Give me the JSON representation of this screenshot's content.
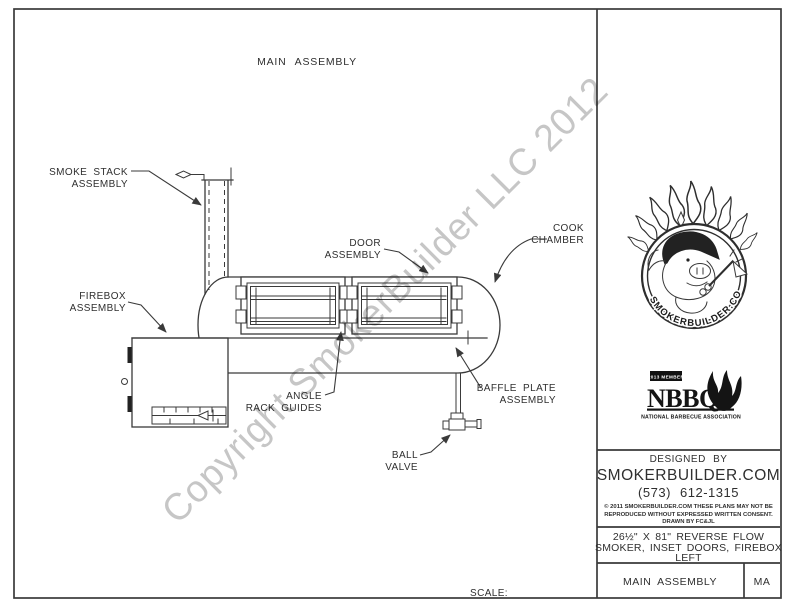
{
  "drawing": {
    "title": "MAIN ASSEMBLY",
    "scale_label": "SCALE:",
    "watermark": "Copyright SmokerBuilder LLC 2012",
    "labels": {
      "smoke_stack": [
        "SMOKE STACK",
        "ASSEMBLY"
      ],
      "firebox": [
        "FIREBOX",
        "ASSEMBLY"
      ],
      "door": [
        "DOOR",
        "ASSEMBLY"
      ],
      "cook_chamber": [
        "COOK",
        "CHAMBER"
      ],
      "angle_rack": [
        "ANGLE",
        "RACK GUIDES"
      ],
      "baffle": [
        "BAFFLE PLATE",
        "ASSEMBLY"
      ],
      "ball_valve": [
        "BALL",
        "VALVE"
      ]
    }
  },
  "logo": {
    "arc_text": "SMOKERBUILDER.COM"
  },
  "nbbqa": {
    "member": "2013 MEMBER",
    "acronym": "NBBQ",
    "full_name": "NATIONAL BARBECUE ASSOCIATION"
  },
  "title_block": {
    "designed_by": "DESIGNED BY",
    "company": "SMOKERBUILDER.COM",
    "phone": "(573) 612-1315",
    "copyright_line1": "© 2011 SMOKERBUILDER.COM THESE PLANS MAY NOT BE",
    "copyright_line2": "REPRODUCED WITHOUT EXPRESSED WRITTEN CONSENT.",
    "copyright_line3": "DRAWN BY FC&JL",
    "spec_line1": "26½\" X 81\" REVERSE FLOW",
    "spec_line2": "SMOKER, INSET DOORS, FIREBOX",
    "spec_line3": "LEFT",
    "sheet_name": "MAIN ASSEMBLY",
    "sheet_code": "MA"
  },
  "colors": {
    "line": "#3a3a3a",
    "text": "#2f2f2f",
    "watermark": "#c6c6c6",
    "badge_bg": "#111111"
  }
}
